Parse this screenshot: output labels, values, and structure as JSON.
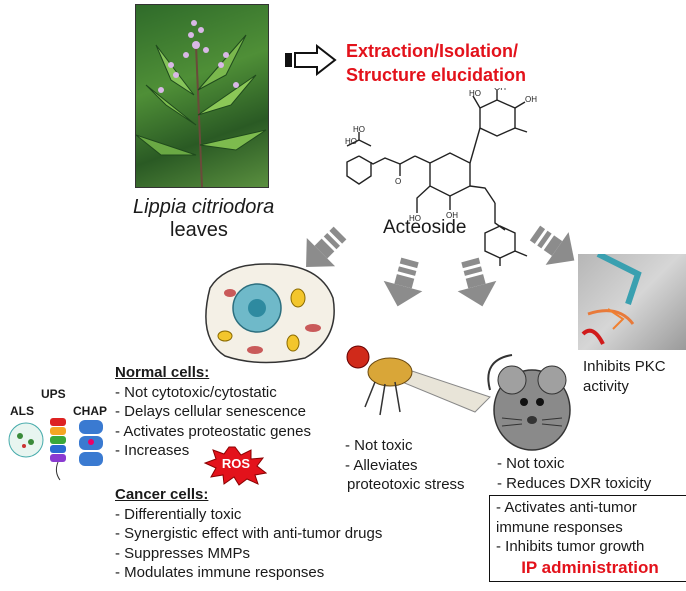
{
  "source": {
    "name": "Lippia citriodora",
    "part": "leaves"
  },
  "process": {
    "line1": "Extraction/Isolation/",
    "line2": "Structure elucidation"
  },
  "compound": "Acteoside",
  "pkc": {
    "line1": "Inhibits PKC",
    "line2": "activity"
  },
  "proteostasis": {
    "als": "ALS",
    "ups": "UPS",
    "chap": "CHAP"
  },
  "ros_badge": "ROS",
  "normal_cells": {
    "title": "Normal cells:",
    "items": [
      "- Not cytotoxic/cytostatic",
      "- Delays cellular senescence",
      "- Activates proteostatic genes",
      "- Increases"
    ]
  },
  "cancer_cells": {
    "title": "Cancer  cells:",
    "items": [
      "- Differentially toxic",
      "- Synergistic effect with anti-tumor drugs",
      "- Suppresses MMPs",
      "- Modulates immune responses"
    ]
  },
  "fly": {
    "items": [
      "- Not toxic",
      "- Alleviates",
      "proteotoxic stress"
    ]
  },
  "mouse": {
    "items": [
      "- Not toxic",
      "- Reduces DXR toxicity"
    ],
    "boxed": [
      "- Activates anti-tumor",
      "immune responses",
      "- Inhibits tumor growth"
    ],
    "route": "IP administration"
  },
  "colors": {
    "accent_red": "#e3121b",
    "arrow_gray": "#8c8c8c",
    "text": "#1a1a1a"
  }
}
